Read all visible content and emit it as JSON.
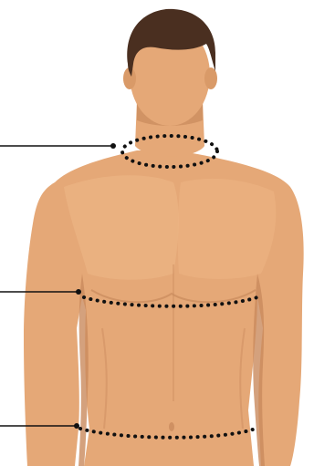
{
  "colors": {
    "background": "#ffffff",
    "skin": "#e5a877",
    "skin_shadow": "#c98a5d",
    "skin_highlight": "#efb888",
    "hair": "#4a2f20",
    "marker": "#111111"
  },
  "icons": {
    "figure": "male-torso-illustration"
  },
  "measurements": [
    {
      "id": "neck",
      "icon": "dotted-ellipse"
    },
    {
      "id": "chest",
      "icon": "dotted-ellipse"
    },
    {
      "id": "waist",
      "icon": "dotted-ellipse"
    }
  ]
}
